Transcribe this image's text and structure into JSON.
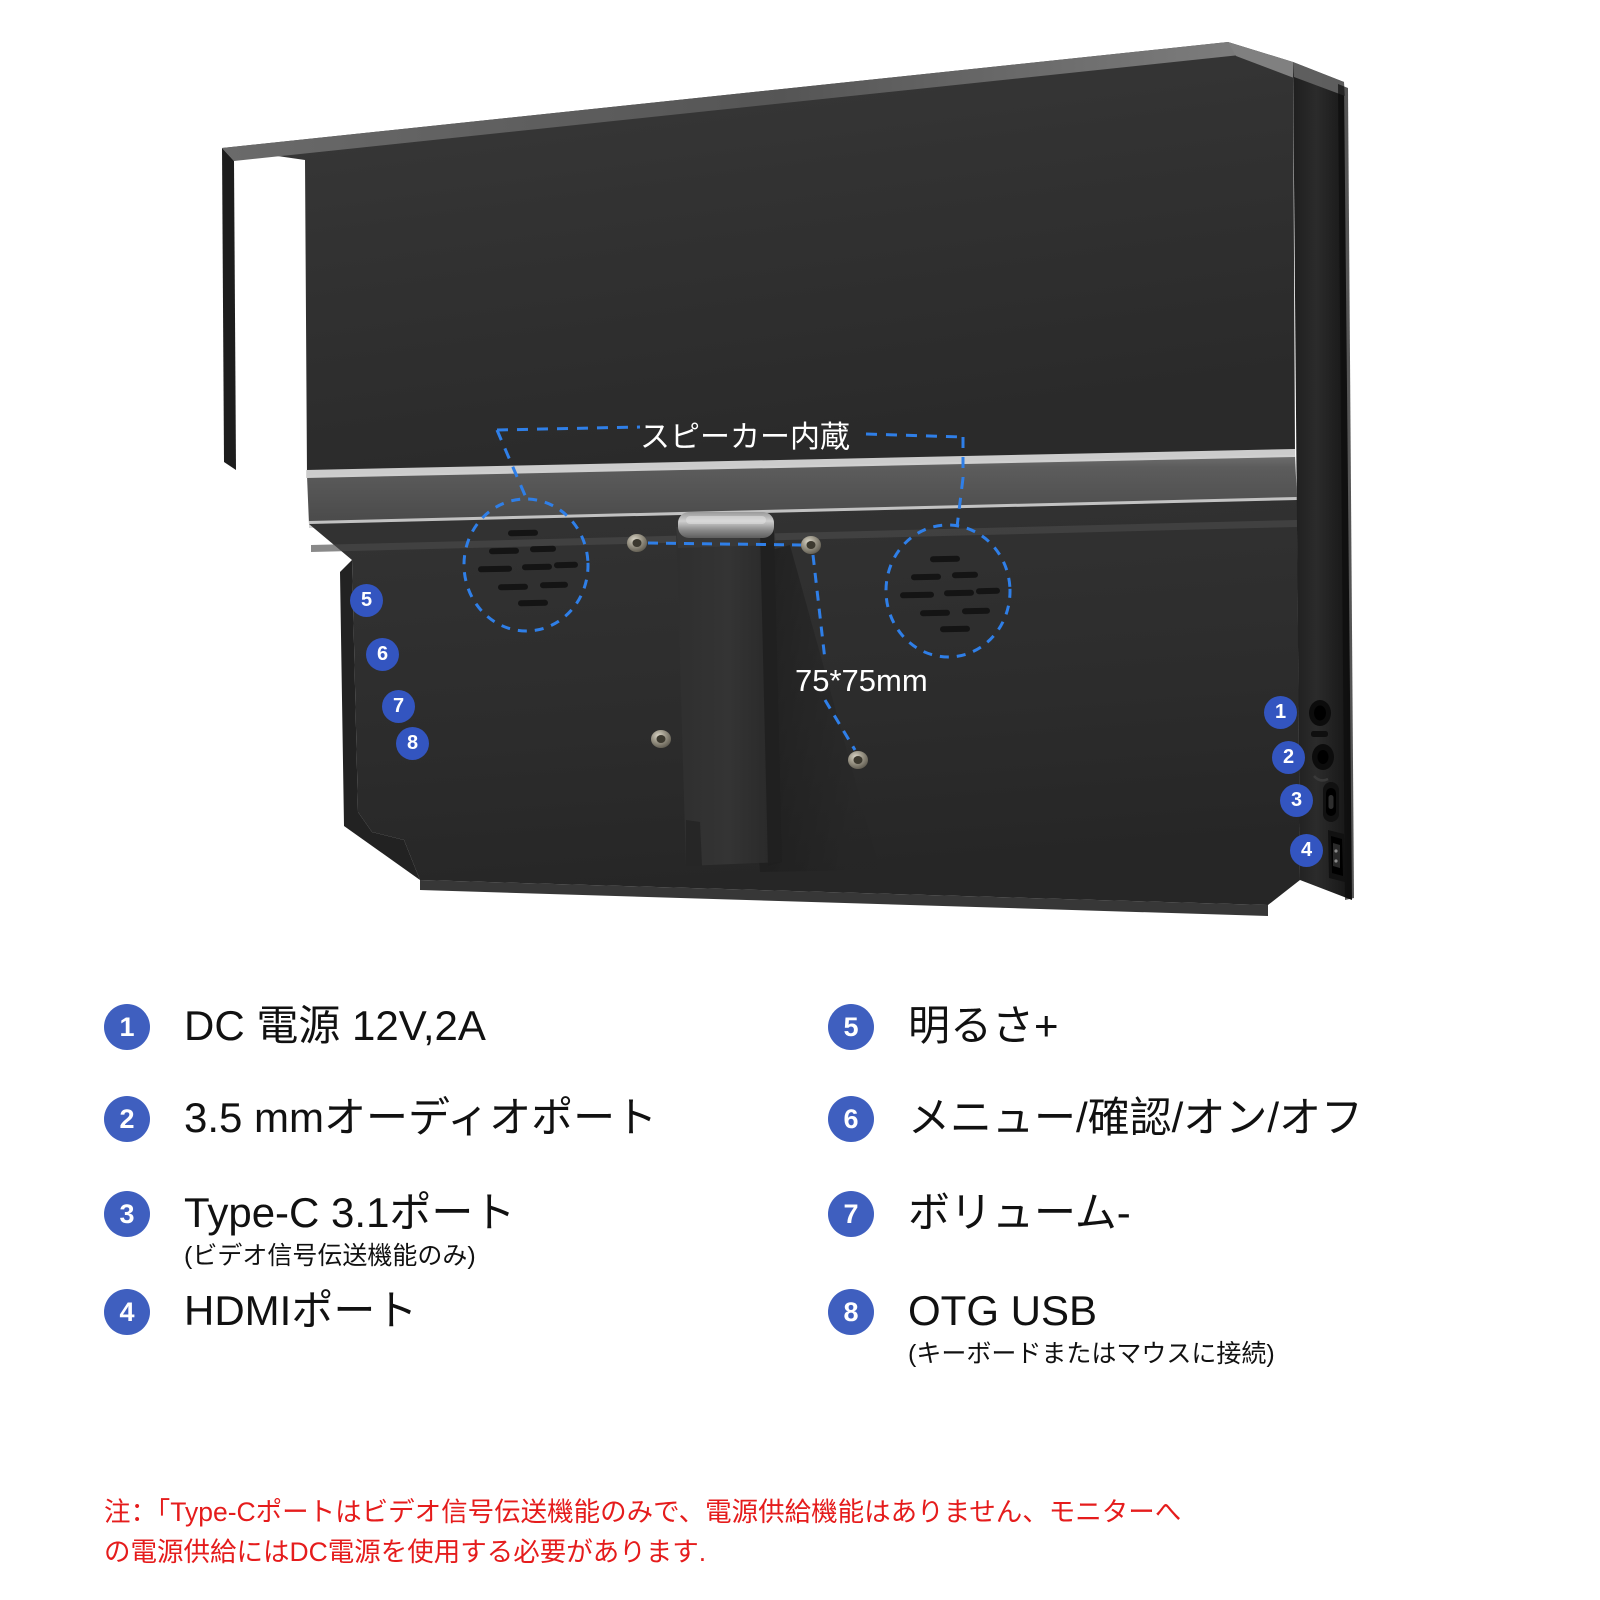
{
  "product": {
    "type": "portable-monitor-rear-view",
    "body_color": "#2e2e2e",
    "accent_color": "#3355c0",
    "callouts": {
      "speaker": "スピーカー内蔵",
      "vesa": "75*75mm"
    },
    "badges_left": [
      "5",
      "6",
      "7",
      "8"
    ],
    "badges_right": [
      "1",
      "2",
      "3",
      "4"
    ],
    "ports": [
      {
        "number": "1",
        "icon": "dc-power-jack-icon"
      },
      {
        "number": "2",
        "icon": "audio-jack-icon"
      },
      {
        "number": "3",
        "icon": "usb-c-port-icon"
      },
      {
        "number": "4",
        "icon": "hdmi-port-icon"
      }
    ]
  },
  "legend": {
    "left": [
      {
        "num": "1",
        "label": "DC 電源 12V,2A",
        "sub": ""
      },
      {
        "num": "2",
        "label": "3.5 mmオーディオポート",
        "sub": ""
      },
      {
        "num": "3",
        "label": "Type-C 3.1ポート",
        "sub": "(ビデオ信号伝送機能のみ)"
      },
      {
        "num": "4",
        "label": "HDMIポート",
        "sub": ""
      }
    ],
    "right": [
      {
        "num": "5",
        "label": "明るさ+",
        "sub": ""
      },
      {
        "num": "6",
        "label": "メニュー/確認/オン/オフ",
        "sub": ""
      },
      {
        "num": "7",
        "label": "ボリューム-",
        "sub": ""
      },
      {
        "num": "8",
        "label": "OTG USB",
        "sub": "(キーボードまたはマウスに接続)"
      }
    ]
  },
  "footnote": {
    "color": "#e51c1c",
    "line1": "注：「Type-Cポートはビデオ信号伝送機能のみで、電源供給機能はありません、モニターへ",
    "line2": "の電源供給にはDC電源を使用する必要があります."
  }
}
